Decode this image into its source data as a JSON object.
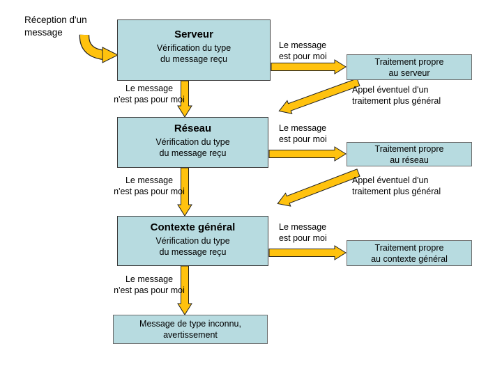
{
  "colors": {
    "background": "#ffffff",
    "box_fill": "#b7dbe0",
    "box_border": "#3c3c3c",
    "arrow_fill": "#ffc20e",
    "arrow_outline": "#202020",
    "text": "#000000"
  },
  "intro": {
    "label": "Réception d'un\nmessage"
  },
  "layers": [
    {
      "id": "serveur",
      "title": "Serveur",
      "subtitle": "Vérification du type\ndu message reçu",
      "pour_moi": "Le message\nest pour moi",
      "pas_pour_moi": "Le message\nn'est pas pour moi",
      "traitement": "Traitement propre\nau serveur",
      "appel": "Appel éventuel d'un\ntraitement plus général"
    },
    {
      "id": "reseau",
      "title": "Réseau",
      "subtitle": "Vérification du type\ndu message reçu",
      "pour_moi": "Le message\nest pour moi",
      "pas_pour_moi": "Le message\nn'est pas pour moi",
      "traitement": "Traitement propre\nau réseau",
      "appel": "Appel éventuel d'un\ntraitement plus général"
    },
    {
      "id": "contexte",
      "title": "Contexte général",
      "subtitle": "Vérification du type\ndu message reçu",
      "pour_moi": "Le message\nest pour moi",
      "pas_pour_moi": "Le message\nn'est pas pour moi",
      "traitement": "Traitement propre\nau contexte général"
    }
  ],
  "final_box": {
    "label": "Message de type inconnu,\navertissement"
  }
}
